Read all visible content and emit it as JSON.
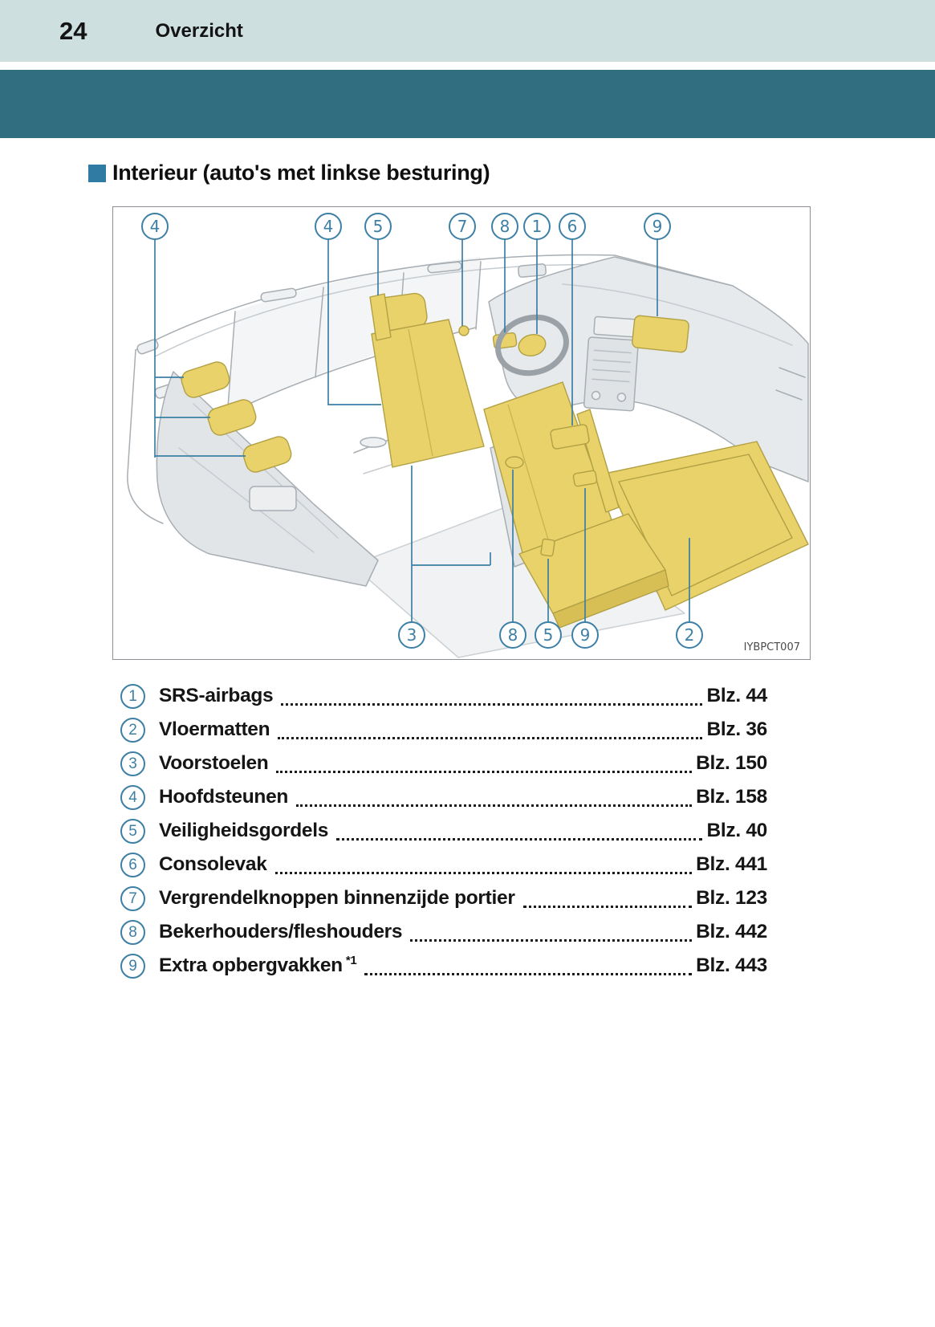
{
  "header": {
    "page_number": "24",
    "section_title": "Overzicht"
  },
  "content": {
    "heading": "Interieur (auto's met linkse besturing)"
  },
  "figure": {
    "code": "IYBPCT007",
    "top_callouts": [
      "4",
      "4",
      "5",
      "7",
      "8",
      "1",
      "6",
      "9"
    ],
    "bottom_callouts": [
      "3",
      "8",
      "5",
      "9",
      "2"
    ]
  },
  "legend": [
    {
      "num": "1",
      "label": "SRS-airbags",
      "ref": "Blz. 44"
    },
    {
      "num": "2",
      "label": "Vloermatten",
      "ref": "Blz. 36"
    },
    {
      "num": "3",
      "label": "Voorstoelen",
      "ref": "Blz. 150"
    },
    {
      "num": "4",
      "label": "Hoofdsteunen",
      "ref": "Blz. 158"
    },
    {
      "num": "5",
      "label": "Veiligheidsgordels",
      "ref": "Blz. 40"
    },
    {
      "num": "6",
      "label": "Consolevak",
      "ref": "Blz. 441"
    },
    {
      "num": "7",
      "label": "Vergrendelknoppen binnenzijde portier",
      "ref": "Blz. 123"
    },
    {
      "num": "8",
      "label": "Bekerhouders/fleshouders",
      "ref": "Blz. 442"
    },
    {
      "num": "9",
      "label": "Extra opbergvakken",
      "sup": "*1",
      "ref": "Blz. 443"
    }
  ],
  "colors": {
    "header_band": "#cedfe0",
    "teal_band": "#316e7f",
    "accent_blue": "#3d7fa5",
    "bullet_blue": "#2f7ba4",
    "highlight_yellow": "#e9d26a",
    "line_art_gray": "#a7aeb4"
  }
}
